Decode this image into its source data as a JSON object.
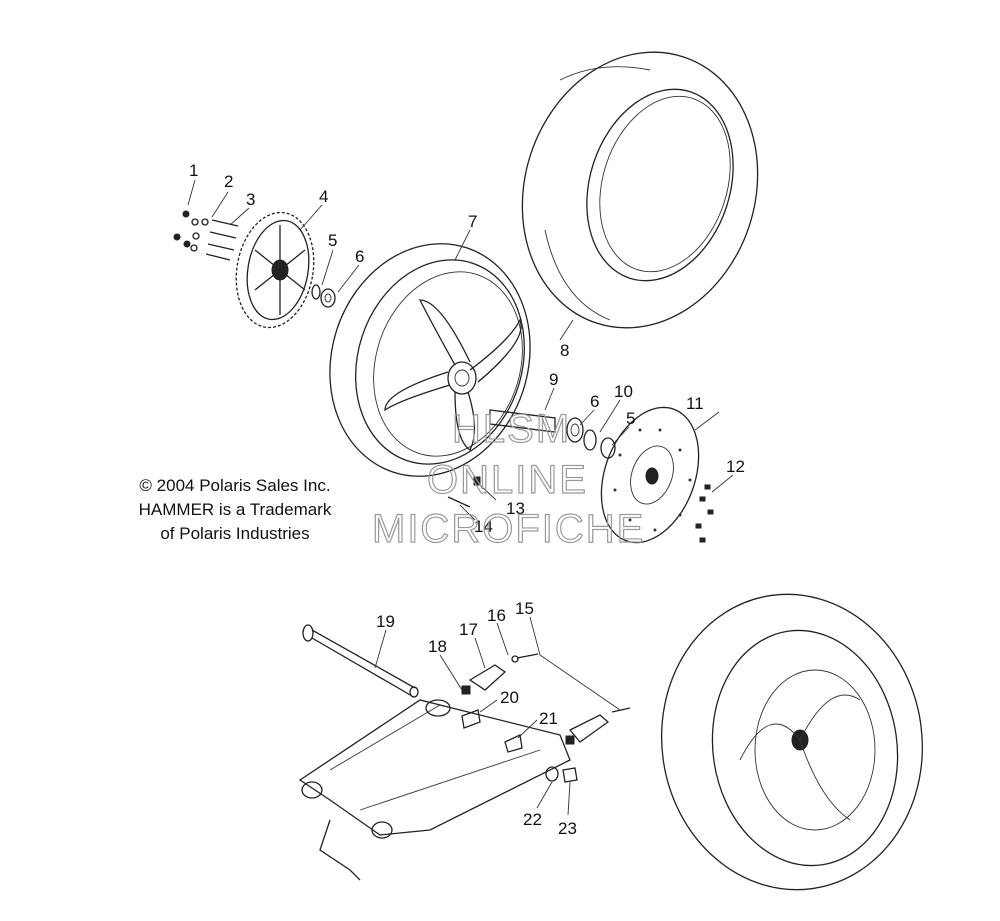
{
  "copyright": {
    "line1": "© 2004 Polaris Sales Inc.",
    "line2": "HAMMER is a Trademark",
    "line3": "of Polaris Industries"
  },
  "watermark": {
    "line1": "HLSM",
    "line2": "ONLINE",
    "line3": "MICROFICHE"
  },
  "callouts": [
    "1",
    "2",
    "3",
    "4",
    "5",
    "6",
    "7",
    "8",
    "9",
    "6",
    "10",
    "5",
    "11",
    "12",
    "13",
    "14",
    "15",
    "16",
    "17",
    "18",
    "19",
    "20",
    "21",
    "22",
    "23"
  ]
}
